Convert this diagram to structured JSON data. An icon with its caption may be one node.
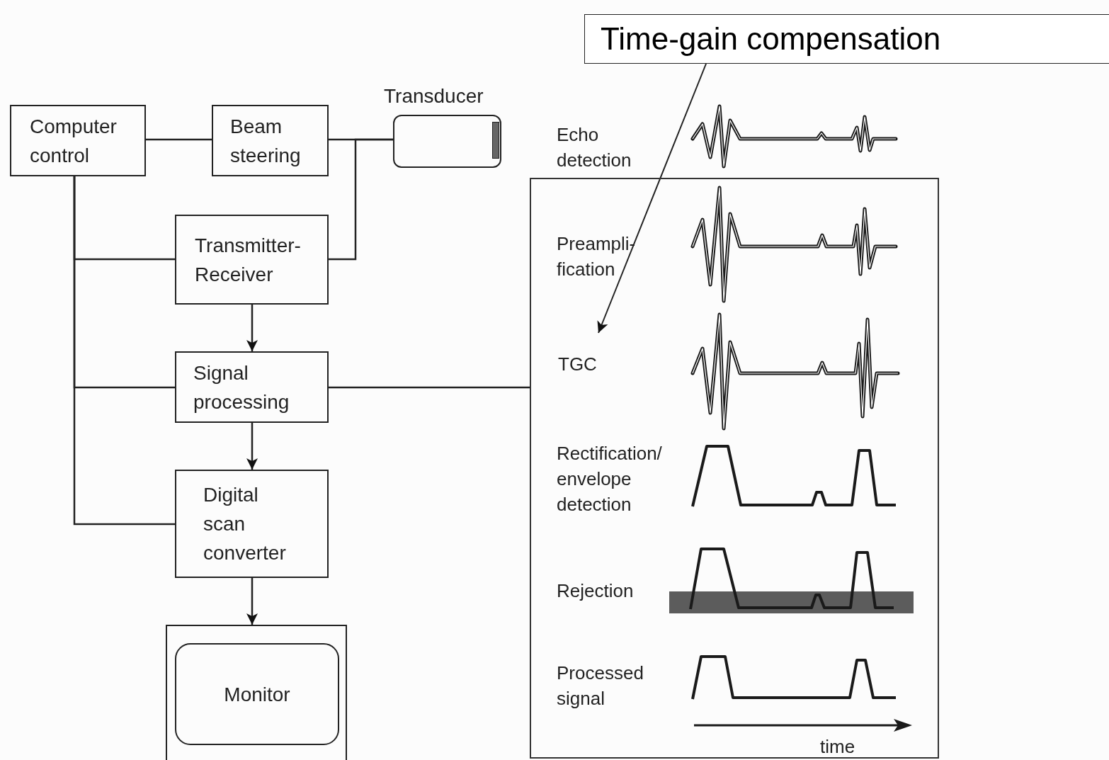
{
  "diagram": {
    "nodes": [
      {
        "text": [
          "Computer control"
        ]
      },
      {
        "text": [
          "Beam steering"
        ]
      },
      {
        "text": [
          "Transducer"
        ]
      },
      {
        "text": [
          "Transmitter-Receiver"
        ]
      },
      {
        "text": [
          "Signal processing"
        ]
      },
      {
        "text": [
          "Digital scan converter"
        ]
      },
      {
        "text": [
          "Monitor"
        ]
      },
      {
        "text": [],
        "shape": "box"
      },
      {
        "text": [
          "Time-gain compensation"
        ]
      },
      {
        "text": [
          "TGC"
        ],
        "in": 7
      }
    ],
    "edges": [
      {
        "from": 0,
        "to": 1,
        "arrow": "none"
      },
      {
        "from": 1,
        "to": 2,
        "arrow": "none"
      },
      {
        "from": 3,
        "to": 2,
        "arrow": "none"
      },
      {
        "from": 0,
        "to": 3,
        "arrow": "none"
      },
      {
        "from": 0,
        "to": 4,
        "arrow": "none"
      },
      {
        "from": 0,
        "to": 5,
        "arrow": "none"
      },
      {
        "from": 3,
        "to": 4,
        "arrow": "to"
      },
      {
        "from": 4,
        "to": 5,
        "arrow": "to"
      },
      {
        "from": 5,
        "to": 6,
        "arrow": "to"
      },
      {
        "from": 4,
        "to": 7,
        "arrow": "none"
      },
      {
        "from": 8,
        "to": 9,
        "arrow": "to"
      }
    ],
    "labels": [
      "Echo detection",
      "Preampli-fication",
      "Rectification/ envelope detection",
      "Rejection",
      "Processed signal",
      "time"
    ]
  }
}
